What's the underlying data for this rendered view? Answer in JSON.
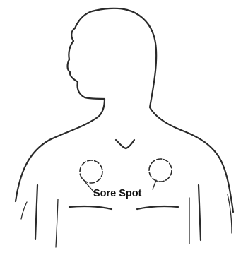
{
  "diagram": {
    "callout_label": "Sore Spot",
    "stroke_color": "#2a2a2a",
    "background_color": "#ffffff",
    "markers": [
      {
        "name": "sore-spot-left",
        "side": "left"
      },
      {
        "name": "sore-spot-right",
        "side": "right"
      }
    ]
  }
}
